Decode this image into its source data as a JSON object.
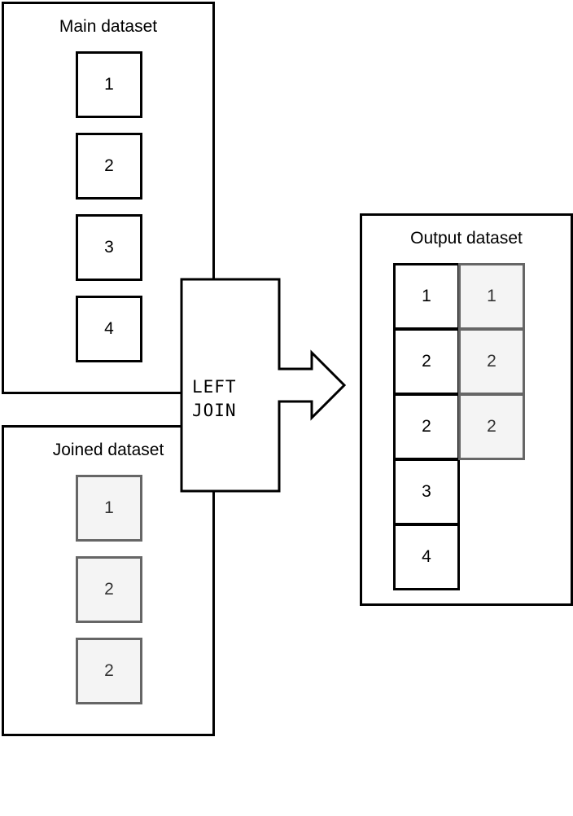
{
  "main_dataset": {
    "title": "Main dataset",
    "rows": [
      "1",
      "2",
      "3",
      "4"
    ]
  },
  "joined_dataset": {
    "title": "Joined dataset",
    "rows": [
      "1",
      "2",
      "2"
    ]
  },
  "operation": {
    "label": "LEFT\nJOIN"
  },
  "output_dataset": {
    "title": "Output dataset",
    "left_column": [
      "1",
      "2",
      "2",
      "3",
      "4"
    ],
    "right_column": [
      "1",
      "2",
      "2"
    ]
  },
  "colors": {
    "border": "#000000",
    "joined_border": "#666666",
    "joined_fill": "#f4f4f4"
  }
}
